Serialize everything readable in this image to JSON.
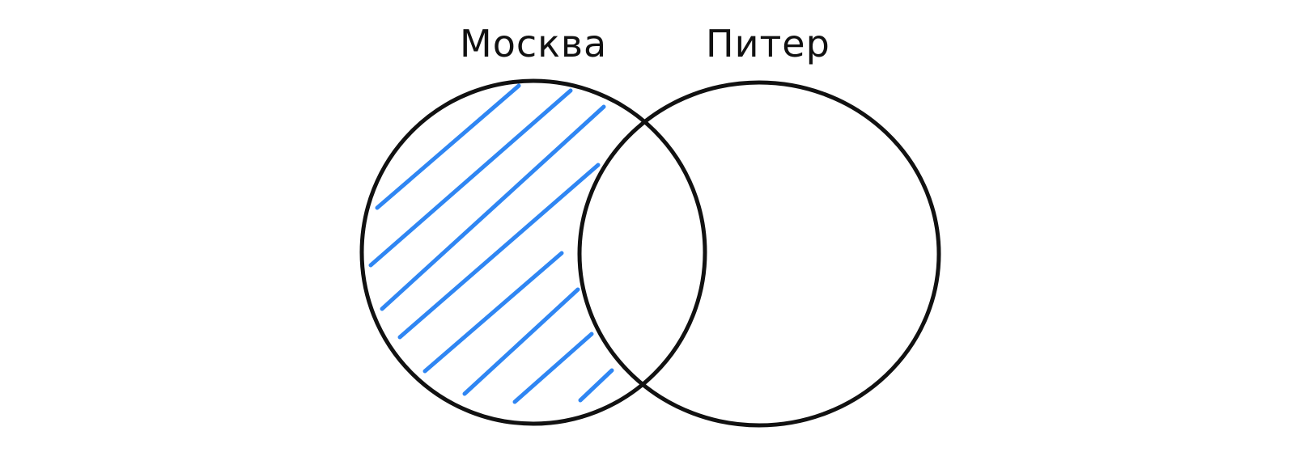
{
  "venn": {
    "left_label": "Москва",
    "right_label": "Питер",
    "colors": {
      "outline": "#111111",
      "hatch": "#2f86f3"
    },
    "highlighted_region": "left-only"
  }
}
